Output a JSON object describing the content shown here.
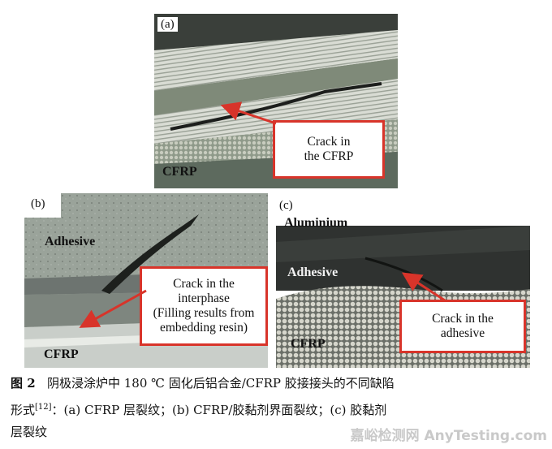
{
  "panels": {
    "a": {
      "label": "(a)",
      "materials": [
        "CFRP"
      ],
      "callout": [
        "Crack in",
        "the CFRP"
      ]
    },
    "b": {
      "label": "(b)",
      "materials": [
        "Adhesive",
        "CFRP"
      ],
      "callout": [
        "Crack in the",
        "interphase",
        "(Filling results from",
        "embedding resin)"
      ]
    },
    "c": {
      "label": "(c)",
      "materials": [
        "Aluminium",
        "Adhesive",
        "CFRP"
      ],
      "callout": [
        "Crack in the",
        "adhesive"
      ]
    }
  },
  "caption": {
    "figure_no": "图 2",
    "line1": "阴极浸涂炉中 180 ℃ 固化后铝合金/CFRP 胶接接头的不同缺陷",
    "line2_a": "形式",
    "ref": "[12]",
    "line2_b": "：(a) CFRP 层裂纹；(b) CFRP/胶黏剂界面裂纹；(c) 胶黏剂",
    "line3": "层裂纹"
  },
  "watermark": "嘉峪检测网 AnyTesting.com",
  "colors": {
    "callout_border": "#d8342a",
    "arrow": "#d8342a"
  }
}
